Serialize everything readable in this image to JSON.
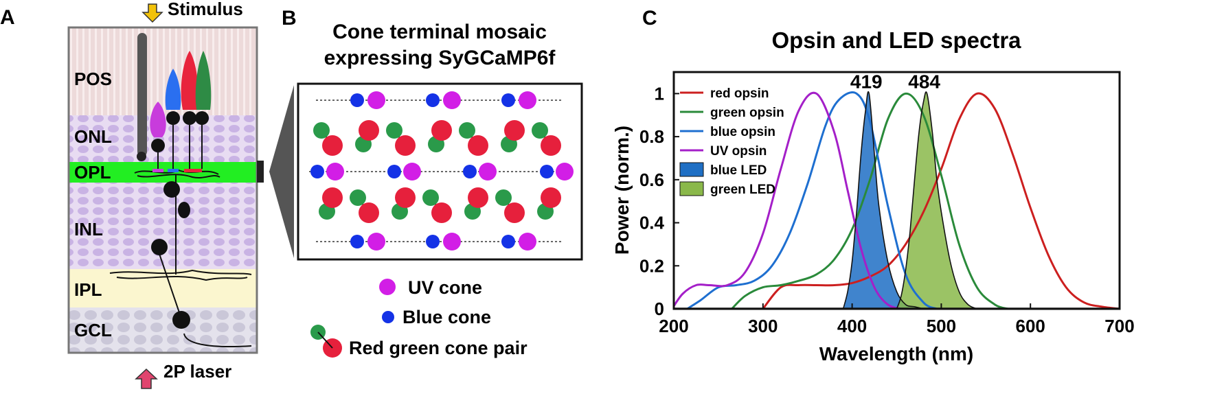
{
  "panels": {
    "a": {
      "letter": "A",
      "stimulus_label": "Stimulus",
      "laser_label": "2P laser",
      "layers": [
        "POS",
        "ONL",
        "OPL",
        "INL",
        "IPL",
        "GCL"
      ],
      "colors": {
        "red": "#e8243c",
        "green": "#2e8b45",
        "blue": "#1f5fe0",
        "uv": "#c83cdc",
        "opl": "#22ee22"
      }
    },
    "b": {
      "letter": "B",
      "title_line1": "Cone terminal mosaic",
      "title_line2": "expressing SyGCaMP6f",
      "legend": {
        "uv": "UV cone",
        "blue": "Blue cone",
        "pair": "Red green cone pair"
      },
      "colors": {
        "uv": "#d21ee6",
        "blue": "#1432e6",
        "red": "#e6203c",
        "green": "#2a9a4a"
      }
    },
    "c": {
      "letter": "C",
      "title": "Opsin and LED spectra",
      "xlabel": "Wavelength (nm)",
      "ylabel": "Power (norm.)",
      "peak_labels": [
        "419",
        "484"
      ]
    }
  },
  "chart_data": {
    "type": "line",
    "title": "Opsin and LED spectra",
    "xlabel": "Wavelength (nm)",
    "ylabel": "Power (norm.)",
    "xlim": [
      200,
      700
    ],
    "ylim": [
      0,
      1.1
    ],
    "xticks": [
      200,
      300,
      400,
      500,
      600,
      700
    ],
    "yticks": [
      0,
      0.2,
      0.4,
      0.6,
      0.8,
      1
    ],
    "legend_position": "top-left",
    "series": [
      {
        "name": "red opsin",
        "kind": "line",
        "color": "#cc1f1f",
        "peak": 540,
        "x": [
          300,
          320,
          340,
          360,
          380,
          400,
          420,
          440,
          460,
          480,
          500,
          520,
          540,
          560,
          580,
          600,
          620,
          640,
          660,
          680,
          700
        ],
        "y": [
          0,
          0.1,
          0.11,
          0.11,
          0.11,
          0.12,
          0.15,
          0.2,
          0.3,
          0.45,
          0.65,
          0.88,
          1.0,
          0.93,
          0.72,
          0.47,
          0.25,
          0.1,
          0.03,
          0.01,
          0
        ]
      },
      {
        "name": "green opsin",
        "kind": "line",
        "color": "#2a8a3a",
        "peak": 460,
        "x": [
          265,
          280,
          300,
          320,
          340,
          360,
          380,
          400,
          420,
          440,
          460,
          480,
          500,
          520,
          540,
          560,
          575
        ],
        "y": [
          0,
          0.06,
          0.1,
          0.11,
          0.13,
          0.16,
          0.23,
          0.37,
          0.6,
          0.88,
          1.0,
          0.9,
          0.62,
          0.3,
          0.1,
          0.02,
          0
        ]
      },
      {
        "name": "blue opsin",
        "kind": "line",
        "color": "#1e6fd0",
        "peak": 405,
        "x": [
          215,
          230,
          250,
          270,
          290,
          310,
          330,
          350,
          370,
          385,
          405,
          420,
          440,
          460,
          480,
          495
        ],
        "y": [
          0,
          0.04,
          0.1,
          0.11,
          0.13,
          0.2,
          0.35,
          0.58,
          0.85,
          0.97,
          1.0,
          0.87,
          0.48,
          0.16,
          0.03,
          0
        ]
      },
      {
        "name": "UV opsin",
        "kind": "line",
        "color": "#a41fc8",
        "peak": 360,
        "x": [
          198,
          210,
          225,
          240,
          260,
          280,
          300,
          320,
          340,
          360,
          380,
          395,
          410,
          425,
          440,
          455
        ],
        "y": [
          0,
          0.07,
          0.11,
          0.11,
          0.11,
          0.17,
          0.35,
          0.65,
          0.92,
          1.0,
          0.82,
          0.55,
          0.28,
          0.1,
          0.02,
          0
        ]
      },
      {
        "name": "blue LED",
        "kind": "area",
        "color": "#1f6fc4",
        "peak": 419,
        "x": [
          390,
          395,
          400,
          405,
          410,
          415,
          419,
          425,
          430,
          440,
          450,
          460,
          470,
          480
        ],
        "y": [
          0,
          0.08,
          0.22,
          0.45,
          0.72,
          0.92,
          1.0,
          0.72,
          0.48,
          0.22,
          0.08,
          0.02,
          0.01,
          0
        ]
      },
      {
        "name": "green LED",
        "kind": "area",
        "color": "#8ab84a",
        "peak": 484,
        "x": [
          450,
          455,
          460,
          465,
          470,
          475,
          480,
          484,
          490,
          495,
          500,
          510,
          520,
          530,
          540
        ],
        "y": [
          0,
          0.06,
          0.18,
          0.36,
          0.6,
          0.82,
          0.96,
          1.0,
          0.82,
          0.6,
          0.45,
          0.22,
          0.08,
          0.02,
          0
        ]
      }
    ]
  }
}
